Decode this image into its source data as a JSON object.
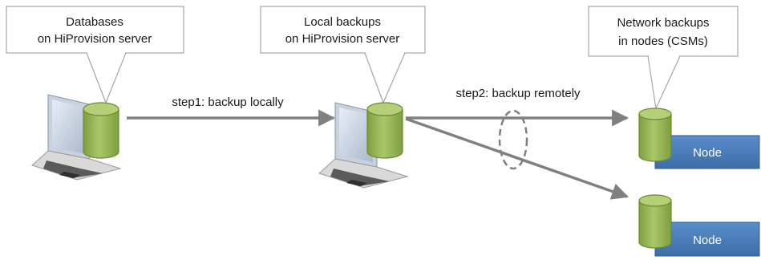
{
  "callouts": {
    "databases": [
      "Databases",
      "on HiProvision server"
    ],
    "local_backups": [
      "Local backups",
      "on HiProvision server"
    ],
    "network_backups": [
      "Network backups",
      "in nodes (CSMs)"
    ]
  },
  "steps": {
    "step1": "step1: backup locally",
    "step2": "step2: backup remotely"
  },
  "nodes": {
    "node1": "Node",
    "node2": "Node"
  },
  "colors": {
    "cylinder": "#9bbb59",
    "node_box": "#4f81bd",
    "arrow": "#808080",
    "callout_border": "#a6a6a6"
  }
}
